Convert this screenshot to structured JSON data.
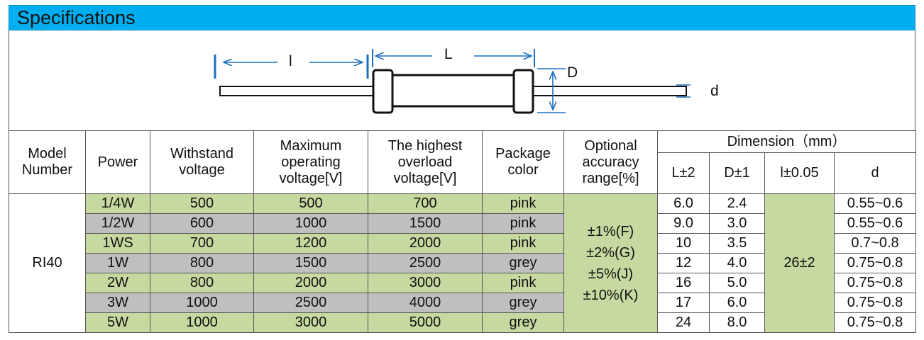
{
  "header": {
    "title": "Specifications"
  },
  "diagram": {
    "labels": {
      "l": "l",
      "L": "L",
      "D": "D",
      "d": "d"
    }
  },
  "table": {
    "headers": {
      "model": "Model Number",
      "power": "Power",
      "withstand": "Withstand voltage",
      "max_op": "Maximum operating voltage[V]",
      "overload": "The highest overload voltage[V]",
      "color": "Package color",
      "accuracy": "Optional accuracy range[%]",
      "dimension": "Dimension（mm）",
      "L": "L±2",
      "D": "D±1",
      "l": "l±0.05",
      "d": "d"
    },
    "model": "RI40",
    "accuracy": [
      "±1%(F)",
      "±2%(G)",
      "±5%(J)",
      "±10%(K)"
    ],
    "l_value": "26±2",
    "rows": [
      {
        "power": "1/4W",
        "withstand": "500",
        "max_op": "500",
        "overload": "700",
        "color": "pink",
        "L": "6.0",
        "D": "2.4",
        "d": "0.55~0.6"
      },
      {
        "power": "1/2W",
        "withstand": "600",
        "max_op": "1000",
        "overload": "1500",
        "color": "pink",
        "L": "9.0",
        "D": "3.0",
        "d": "0.55~0.6"
      },
      {
        "power": "1WS",
        "withstand": "700",
        "max_op": "1200",
        "overload": "2000",
        "color": "pink",
        "L": "10",
        "D": "3.5",
        "d": "0.7~0.8"
      },
      {
        "power": "1W",
        "withstand": "800",
        "max_op": "1500",
        "overload": "2500",
        "color": "grey",
        "L": "12",
        "D": "4.0",
        "d": "0.75~0.8"
      },
      {
        "power": "2W",
        "withstand": "800",
        "max_op": "2000",
        "overload": "3000",
        "color": "pink",
        "L": "16",
        "D": "5.0",
        "d": "0.75~0.8"
      },
      {
        "power": "3W",
        "withstand": "1000",
        "max_op": "2500",
        "overload": "4000",
        "color": "grey",
        "L": "17",
        "D": "6.0",
        "d": "0.75~0.8"
      },
      {
        "power": "5W",
        "withstand": "1000",
        "max_op": "3000",
        "overload": "5000",
        "color": "grey",
        "L": "24",
        "D": "8.0",
        "d": "0.75~0.8"
      }
    ]
  }
}
